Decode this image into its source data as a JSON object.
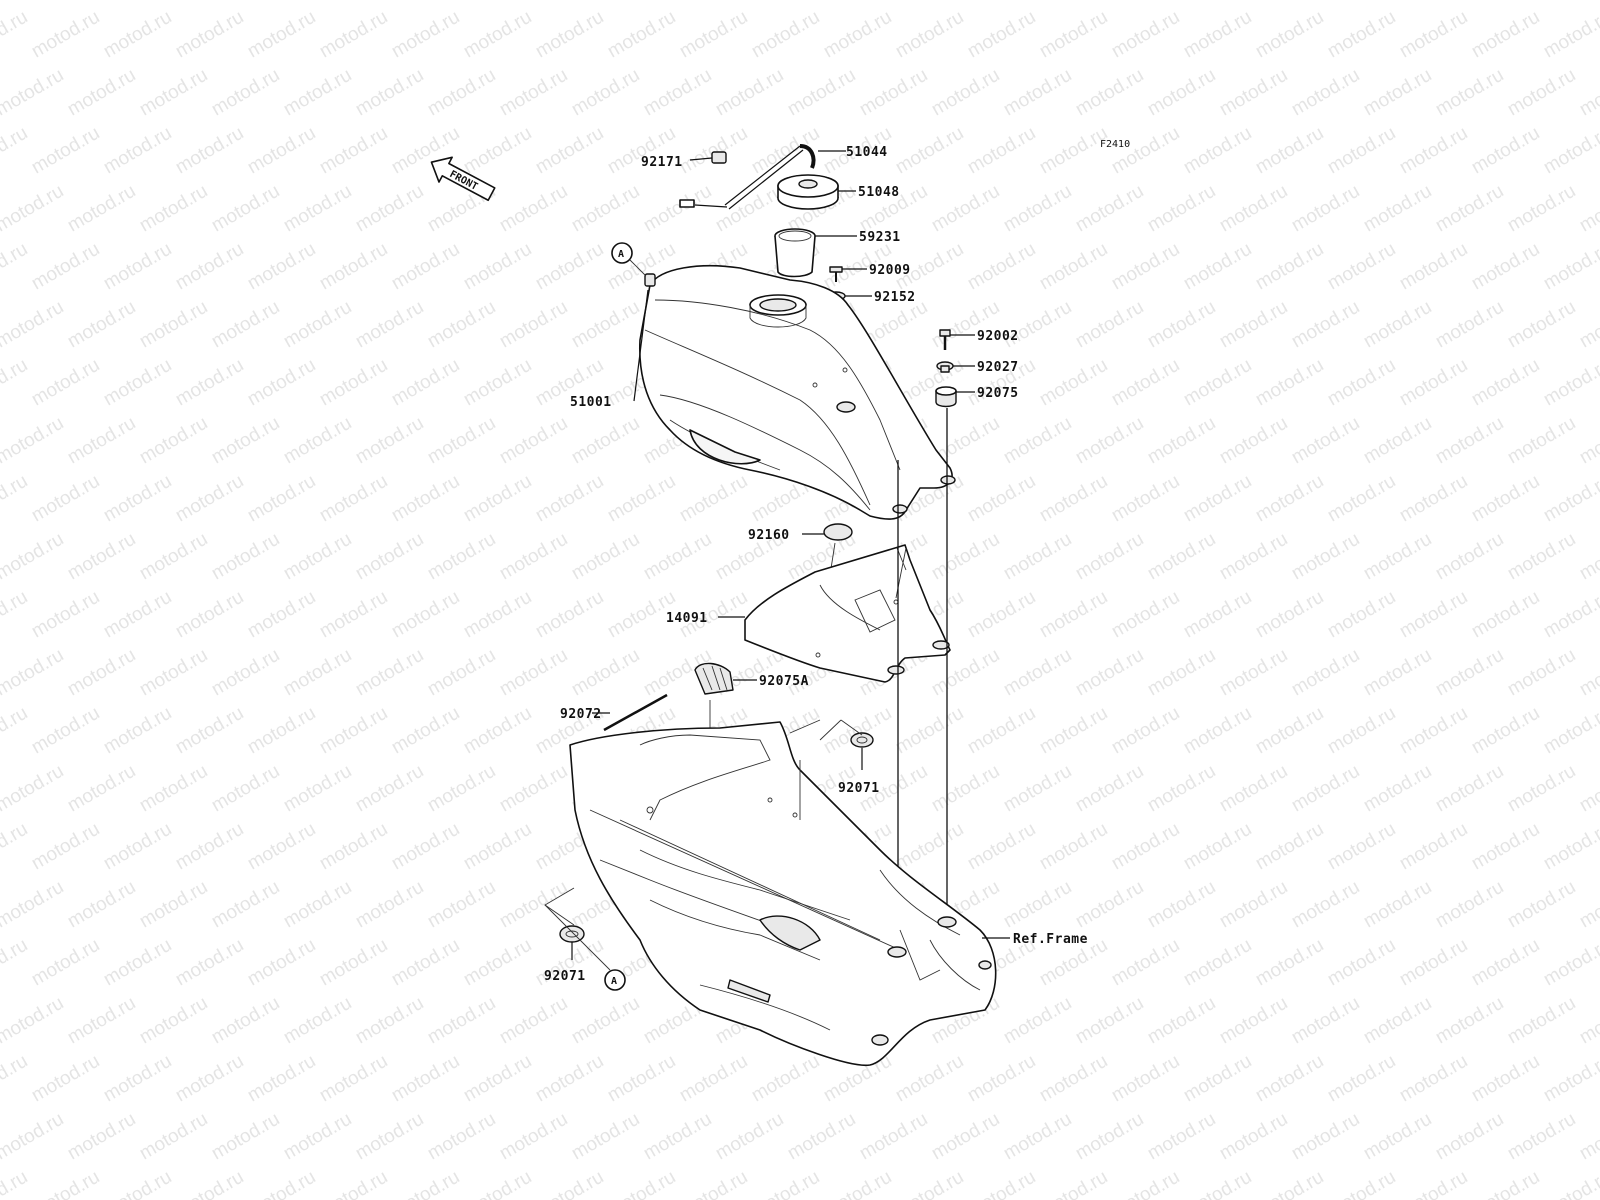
{
  "watermark": {
    "text": "motod.ru"
  },
  "figure_code": "F2410",
  "front_arrow": {
    "label": "FRONT"
  },
  "reference_marks": [
    {
      "id": "A-top",
      "letter": "A"
    },
    {
      "id": "A-bottom",
      "letter": "A"
    }
  ],
  "callouts": {
    "p92171": "92171",
    "p51044": "51044",
    "p51048": "51048",
    "p59231": "59231",
    "p92009": "92009",
    "p92152": "92152",
    "p92002": "92002",
    "p92027": "92027",
    "p92075": "92075",
    "p51001": "51001",
    "p92160": "92160",
    "p14091": "14091",
    "p92075A": "92075A",
    "p92072": "92072",
    "p92071a": "92071",
    "p92071b": "92071",
    "pframe": "Ref.Frame"
  }
}
